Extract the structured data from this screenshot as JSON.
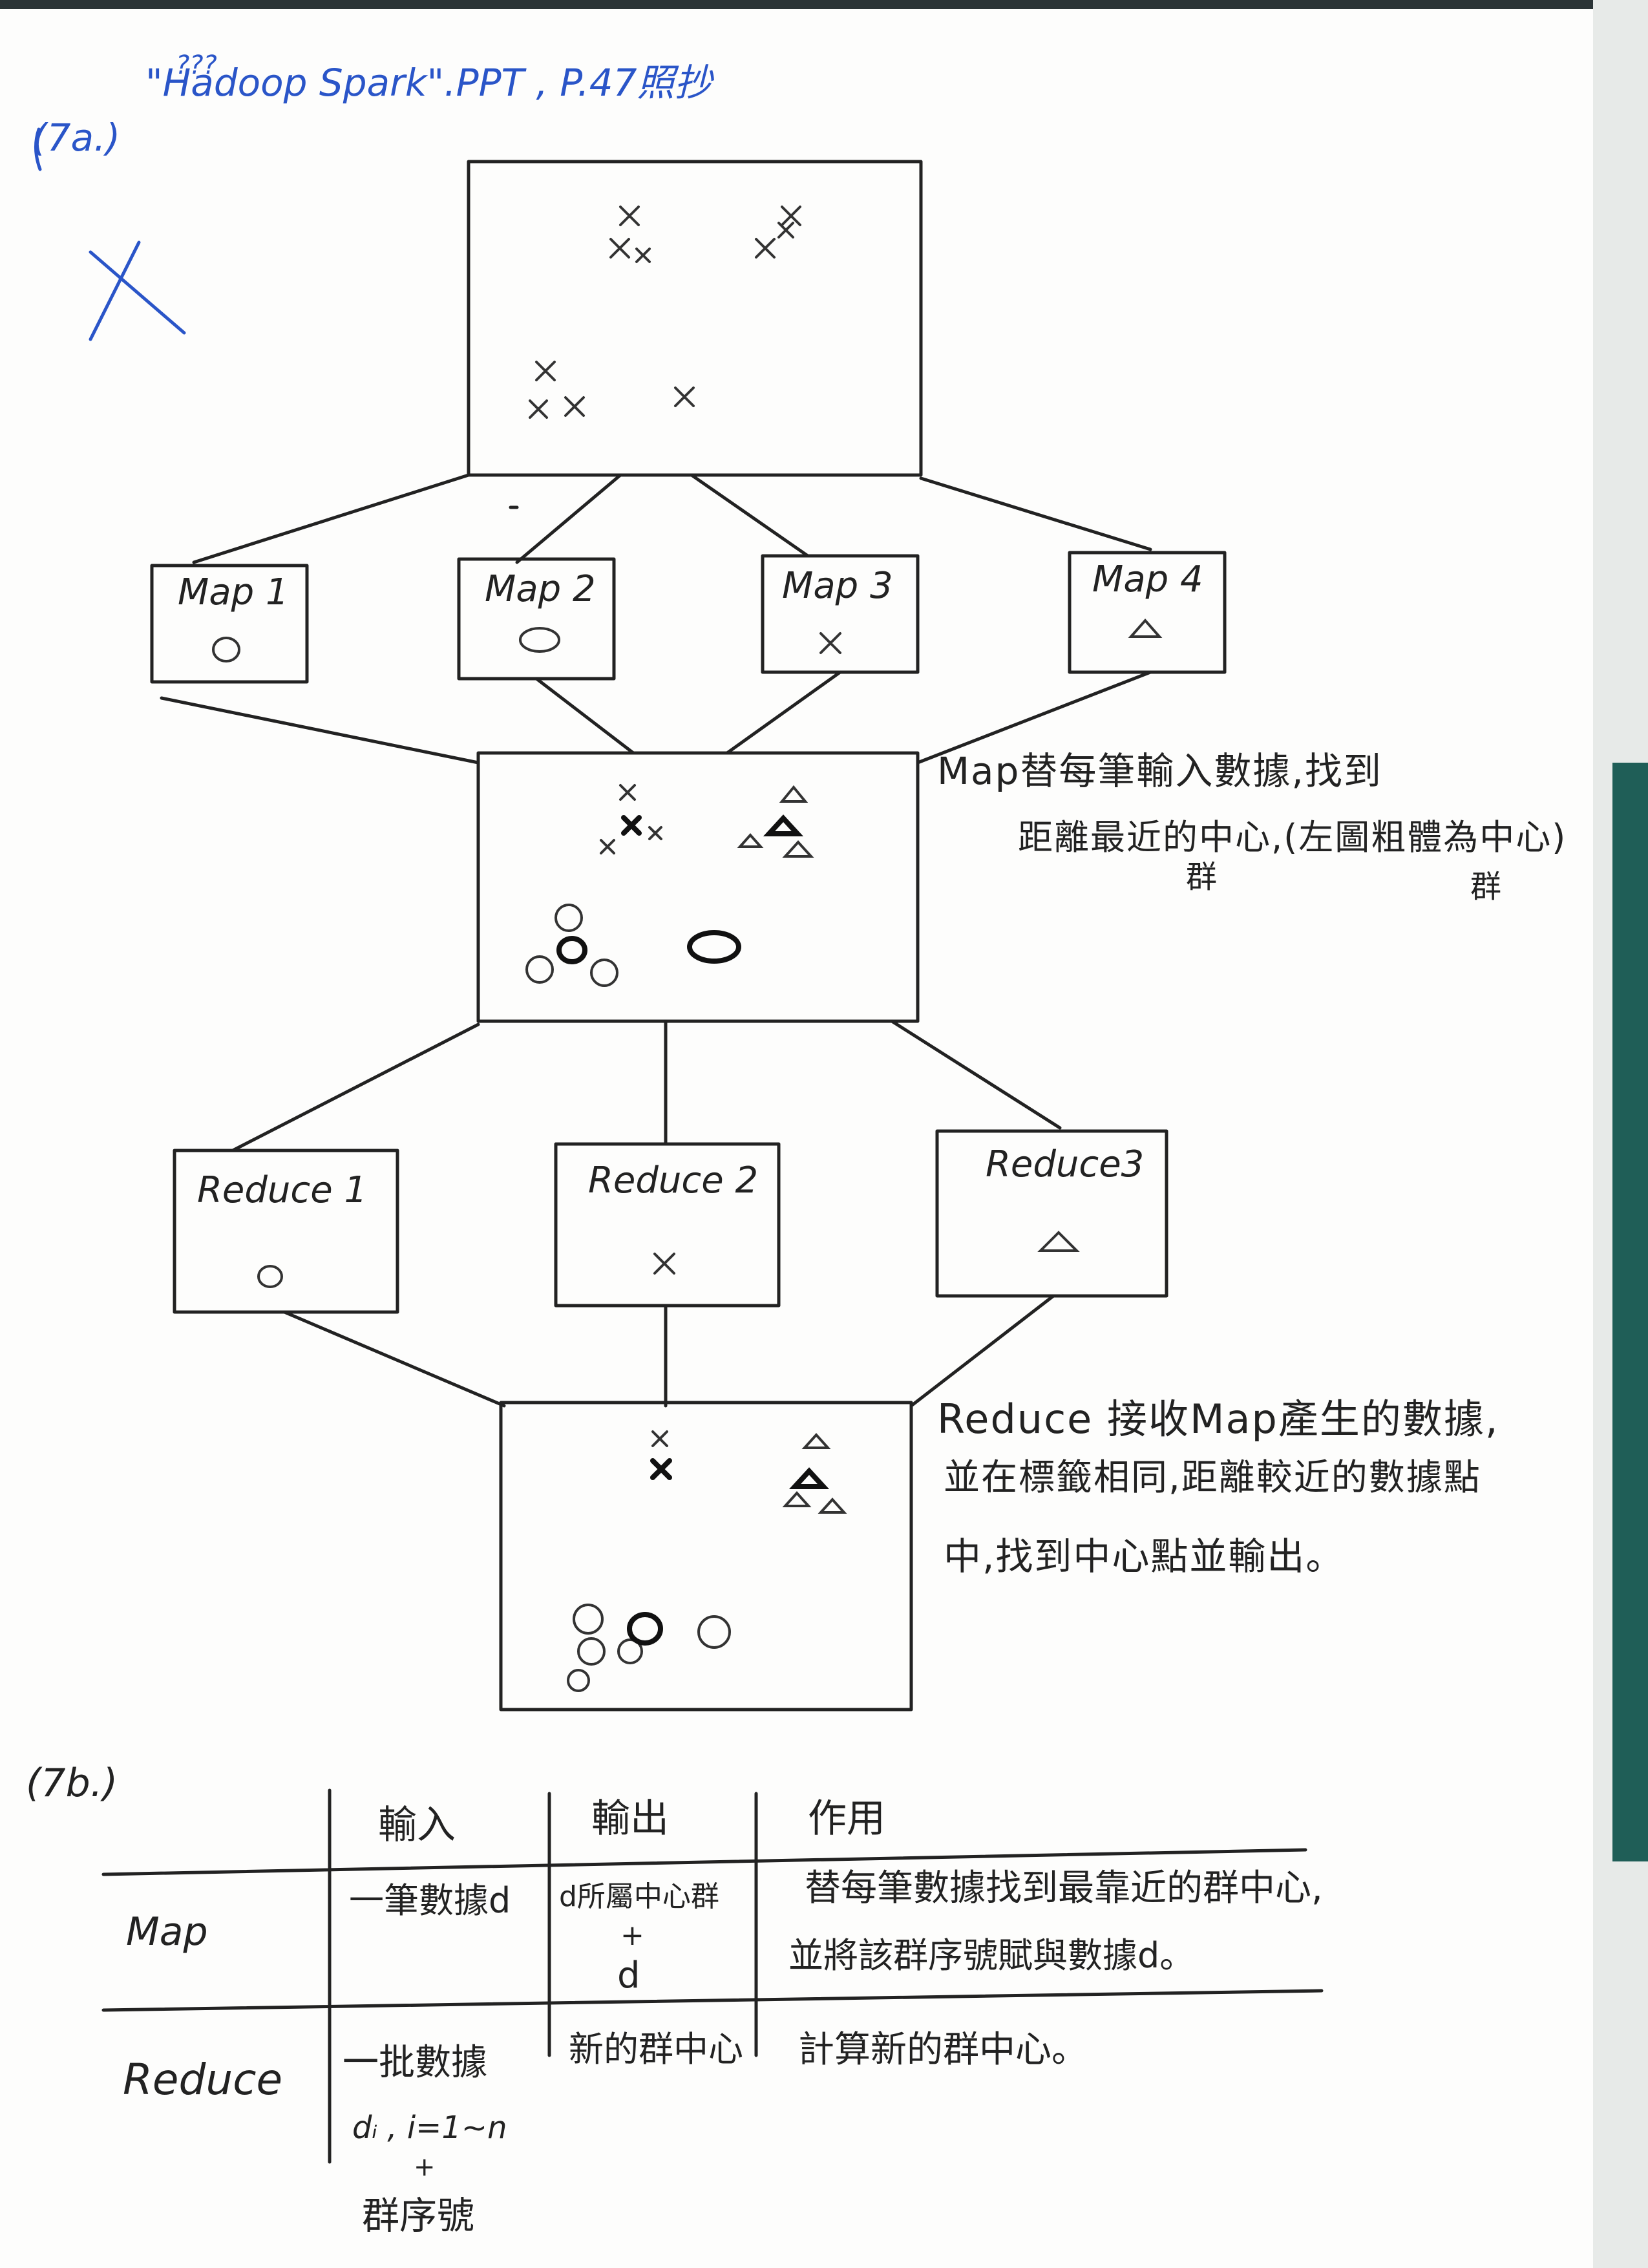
{
  "header": {
    "part_a_label": "(7a.)",
    "question_marks": "???",
    "source_note": "\"Hadoop Spark\".PPT , P.47照抄",
    "mark_x": "X."
  },
  "diagram": {
    "map_boxes": [
      "Map 1",
      "Map 2",
      "Map 3",
      "Map 4"
    ],
    "reduce_boxes": [
      "Reduce 1",
      "Reduce 2",
      "Reduce3"
    ],
    "map_note_line1": "Map替每筆輸入數據,找到",
    "map_note_line2": "距離最近的中心,(左圖粗體為中心)",
    "map_note_insert1": "群",
    "map_note_insert2": "群",
    "reduce_note_line1": "Reduce 接收Map產生的數據,",
    "reduce_note_line2": "並在標籤相同,距離較近的數據點",
    "reduce_note_line3": "中,找到中心點並輸出。",
    "symbols": {
      "map1": "○",
      "map2": "⬭",
      "map3": "×",
      "map4": "△",
      "reduce1": "○",
      "reduce2": "×",
      "reduce3": "△"
    }
  },
  "table": {
    "part_b_label": "(7b.)",
    "columns": [
      "輸入",
      "輸出",
      "作用"
    ],
    "rows": [
      {
        "name": "Map",
        "input": "一筆數據d",
        "output_line1": "d所屬中心群",
        "output_plus": "+",
        "output_line2": "d",
        "effect_line1": "替每筆數據找到最靠近的群中心,",
        "effect_line2": "並將該群序號賦與數據d。"
      },
      {
        "name": "Reduce",
        "input_line1": "一批數據",
        "input_line2": "dᵢ , i=1~n",
        "input_plus": "+",
        "input_line3": "群序號",
        "output": "新的群中心",
        "effect": "計算新的群中心。"
      }
    ]
  }
}
